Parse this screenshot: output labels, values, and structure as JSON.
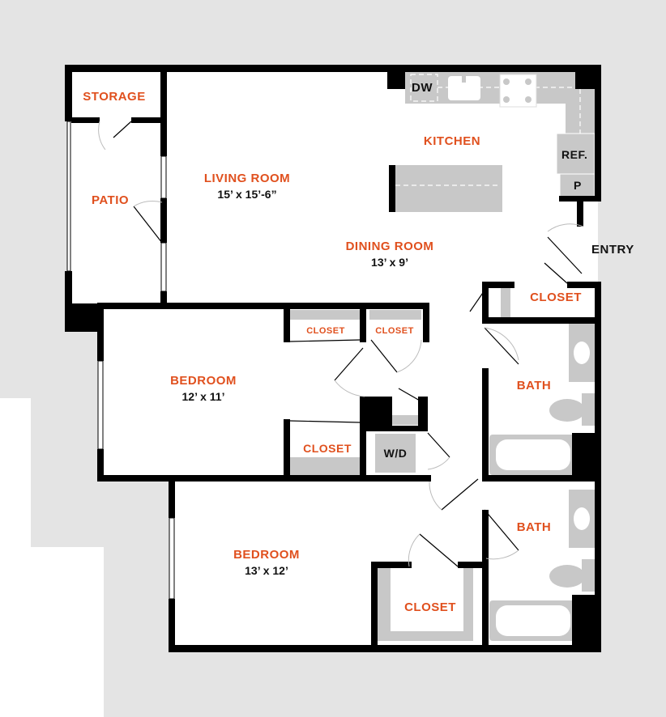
{
  "floorplan": {
    "rooms": {
      "storage": {
        "label": "STORAGE"
      },
      "patio": {
        "label": "PATIO"
      },
      "living_room": {
        "label": "LIVING ROOM",
        "size": "15’ x  15’-6”"
      },
      "kitchen": {
        "label": "KITCHEN"
      },
      "dining_room": {
        "label": "DINING ROOM",
        "size": "13’ x 9’"
      },
      "entry": {
        "label": "ENTRY"
      },
      "entry_closet": {
        "label": "CLOSET"
      },
      "bedroom1": {
        "label": "BEDROOM",
        "size": "12’ x 11’"
      },
      "bedroom1_closet_a": {
        "label": "CLOSET"
      },
      "bedroom1_closet_b": {
        "label": "CLOSET"
      },
      "bedroom1_closet_c": {
        "label": "CLOSET"
      },
      "laundry": {
        "label": "W/D"
      },
      "bath1": {
        "label": "BATH"
      },
      "bath2": {
        "label": "BATH"
      },
      "bedroom2": {
        "label": "BEDROOM",
        "size": "13’ x 12’"
      },
      "bedroom2_closet": {
        "label": "CLOSET"
      }
    },
    "appliances": {
      "dishwasher": "DW",
      "refrigerator": "REF.",
      "pantry": "P"
    },
    "colors": {
      "label": "#e0501e",
      "wall": "#000000",
      "fixture": "#c8c8c8",
      "background": "#e4e4e4"
    }
  }
}
